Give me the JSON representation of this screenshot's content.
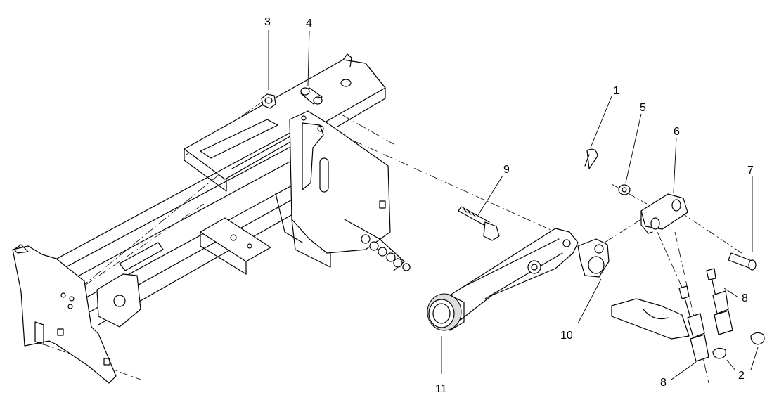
{
  "callouts": {
    "c1": "1",
    "c2": "2",
    "c3": "3",
    "c4": "4",
    "c5": "5",
    "c6": "6",
    "c7": "7",
    "c8a": "8",
    "c8b": "8",
    "c9": "9",
    "c10": "10",
    "c11": "11"
  }
}
